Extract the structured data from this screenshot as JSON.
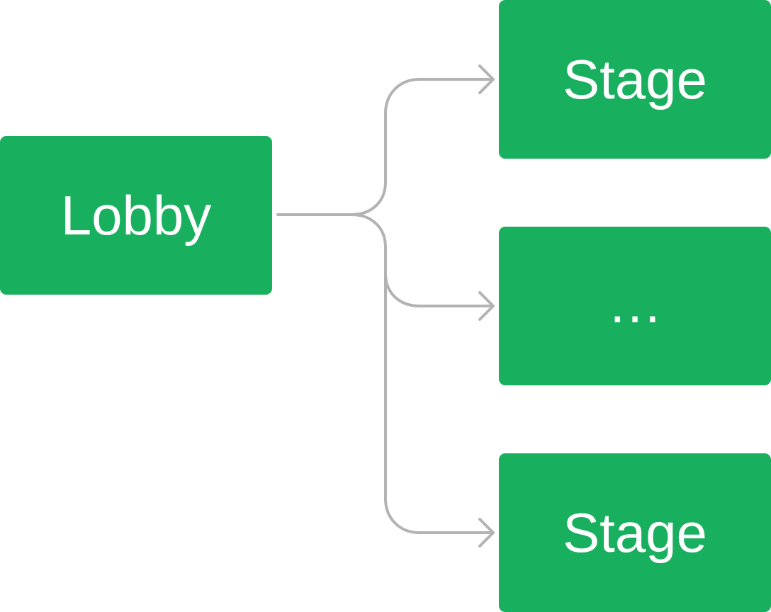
{
  "diagram": {
    "colors": {
      "node_fill": "#18b05e",
      "node_text": "#ffffff",
      "connector": "#b3b3b3",
      "background": "#ffffff"
    },
    "source": {
      "label": "Lobby"
    },
    "targets": [
      {
        "label": "Stage"
      },
      {
        "label": "…"
      },
      {
        "label": "Stage"
      }
    ]
  }
}
